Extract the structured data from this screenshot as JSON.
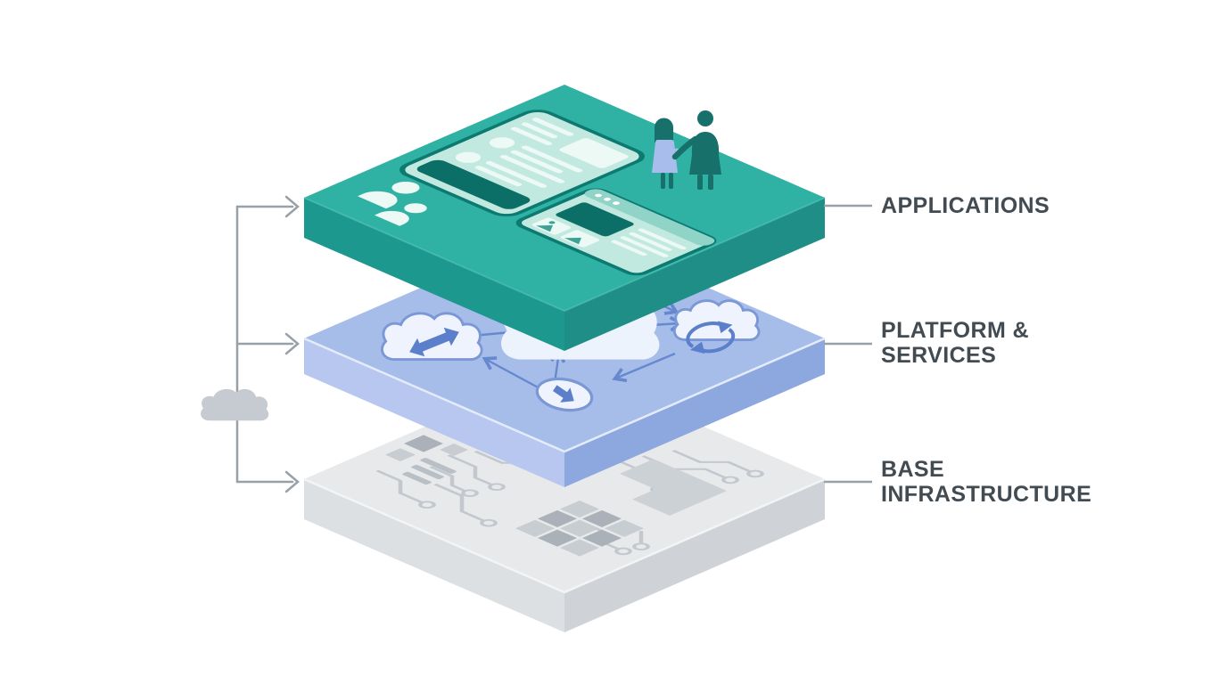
{
  "diagram_type": "isometric-layer-stack",
  "layers": [
    {
      "id": "applications",
      "label_line1": "APPLICATIONS",
      "label_line2": "",
      "surface_icons": [
        "app-window-icon",
        "browser-window-icon",
        "user-group-icon",
        "woman-figure",
        "man-figure"
      ]
    },
    {
      "id": "platform-services",
      "label_line1": "PLATFORM &",
      "label_line2": "SERVICES",
      "surface_icons": [
        "cloud-transfer-icon",
        "cloud-icon",
        "cloud-sync-icon",
        "download-circle-icon",
        "flow-arrows"
      ]
    },
    {
      "id": "base-infrastructure",
      "label_line1": "BASE",
      "label_line2": "INFRASTRUCTURE",
      "surface_icons": [
        "circuit-trace-icon",
        "chip-icon"
      ]
    }
  ],
  "left_connector": {
    "icon": "cloud-icon",
    "arrow_count": 3
  },
  "colors": {
    "background": "#ffffff",
    "label_text": "#434b52",
    "connector_line": "#98a0a8",
    "connector_cloud": "#c6cbd1",
    "app_top": "#2fb1a4",
    "app_side_left": "#1d988e",
    "app_side_right": "#1f8e86",
    "app_window_outline": "#0d7a72",
    "app_window_fill": "#c2e9e0",
    "app_window_dark": "#0c6f67",
    "app_window_strip": "#8fd4c7",
    "app_glyph_light": "#ecf9f5",
    "app_thumb": "#3aa396",
    "figure_dark": "#17706a",
    "figure_dress": "#a9bdec",
    "plat_top": "#a6bde9",
    "plat_side_left": "#b7c7ef",
    "plat_side_right": "#8da8de",
    "plat_cloud_fill": "#eef3fd",
    "plat_cloud_big": "#ecf3fd",
    "plat_cloud_stroke": "#7b97d6",
    "plat_glyph": "#5b7fca",
    "plat_arrow": "#6688cf",
    "infra_top": "#e7e9eb",
    "infra_side_left": "#dde0e3",
    "infra_side_right": "#cfd3d7",
    "infra_trace": "#c3c8ce",
    "infra_chip_dark": "#aab1b8",
    "infra_chip_light": "#c8cdd2",
    "infra_shape": "#ccd1d6"
  }
}
